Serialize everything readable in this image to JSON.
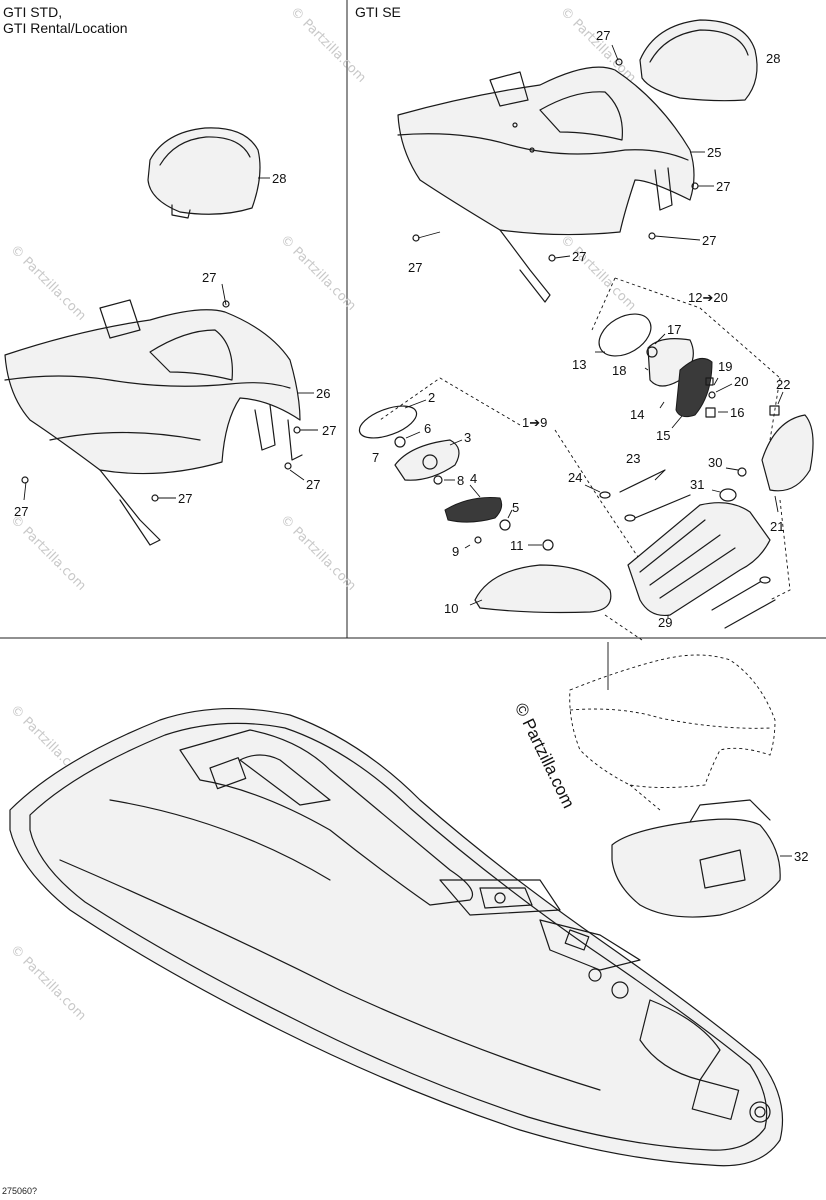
{
  "headers": {
    "left_line1": "GTI STD,",
    "left_line2": "GTI Rental/Location",
    "right": "GTI SE"
  },
  "callouts": {
    "c28a": "28",
    "c27a": "27",
    "c26": "26",
    "c27b": "27",
    "c27c": "27",
    "c27d": "27",
    "c27e": "27",
    "c27f": "27",
    "c28b": "28",
    "c25": "25",
    "c27g": "27",
    "c27h": "27",
    "c27i": "27",
    "c27j": "27",
    "c12_20": "12➔20",
    "c17": "17",
    "c13": "13",
    "c18": "18",
    "c19": "19",
    "c20": "20",
    "c22": "22",
    "c14": "14",
    "c16": "16",
    "c15": "15",
    "c2": "2",
    "c1_9": "1➔9",
    "c6": "6",
    "c3": "3",
    "c7": "7",
    "c8": "8",
    "c4": "4",
    "c5": "5",
    "c9": "9",
    "c11": "11",
    "c10": "10",
    "c23": "23",
    "c24": "24",
    "c30": "30",
    "c31": "31",
    "c21": "21",
    "c29": "29",
    "c32": "32"
  },
  "watermark": "© Partzilla.com",
  "copyright": "© Partzilla.com",
  "figure_code": "275060?"
}
